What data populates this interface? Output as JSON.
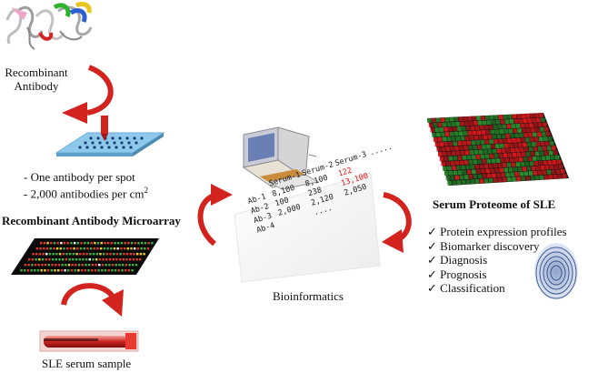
{
  "left": {
    "antibody_label_line1": "Recombinant",
    "antibody_label_line2": "Antibody",
    "spot_note_1": "- One antibody per spot",
    "spot_note_2_prefix": "- 2,000 antibodies per cm",
    "spot_note_2_sup": "2",
    "microarray_title": "Recombinant Antibody Microarray",
    "serum_label": "SLE serum sample"
  },
  "center": {
    "bioinformatics_label": "Bioinformatics",
    "table": {
      "headers": [
        "Serum-1",
        "Serum-2",
        "Serum-3"
      ],
      "header_ellipsis": ".....",
      "rows": [
        {
          "name": "Ab-1",
          "values": [
            "8,100",
            "8,100",
            "122"
          ]
        },
        {
          "name": "Ab-2",
          "values": [
            "100",
            "238",
            "13,100"
          ]
        },
        {
          "name": "Ab-3",
          "values": [
            "2,000",
            "2,120",
            "2,050"
          ]
        },
        {
          "name": "Ab-4",
          "values": [
            "",
            "",
            ""
          ]
        }
      ],
      "trailing_ellipsis": "....",
      "highlight_color": "#e8161a"
    }
  },
  "right": {
    "proteome_title": "Serum Proteome of SLE",
    "items": [
      "Protein expression profiles",
      "Biomarker discovery",
      "Diagnosis",
      "Prognosis",
      "Classification"
    ],
    "check_glyph": "✓"
  },
  "colors": {
    "arrow_red": "#d2231e",
    "heatmap_red": "#d7191c",
    "heatmap_green": "#2b8c2e",
    "slide_blue": "#8ec9ec"
  }
}
